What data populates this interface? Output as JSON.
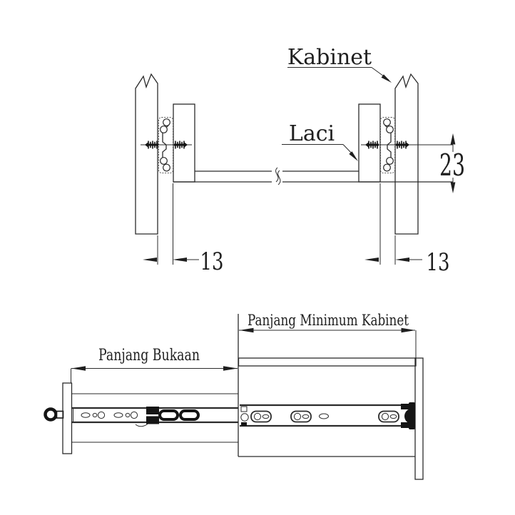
{
  "diagram": {
    "type": "technical-drawing",
    "subject": "drawer-slide-installation",
    "top_view": {
      "kabinet_label": "Kabinet",
      "laci_label": "Laci",
      "dim_bottom_offset": "23",
      "dim_side_clearance_left": "13",
      "dim_side_clearance_right": "13"
    },
    "bottom_view": {
      "dim_opening_length_label": "Panjang Bukaan",
      "dim_min_cabinet_length_label": "Panjang Minimum Kabinet"
    },
    "colors": {
      "line": "#2b2b2b",
      "text": "#1f1f1f",
      "fill_black": "#151515",
      "background": "#ffffff"
    }
  }
}
